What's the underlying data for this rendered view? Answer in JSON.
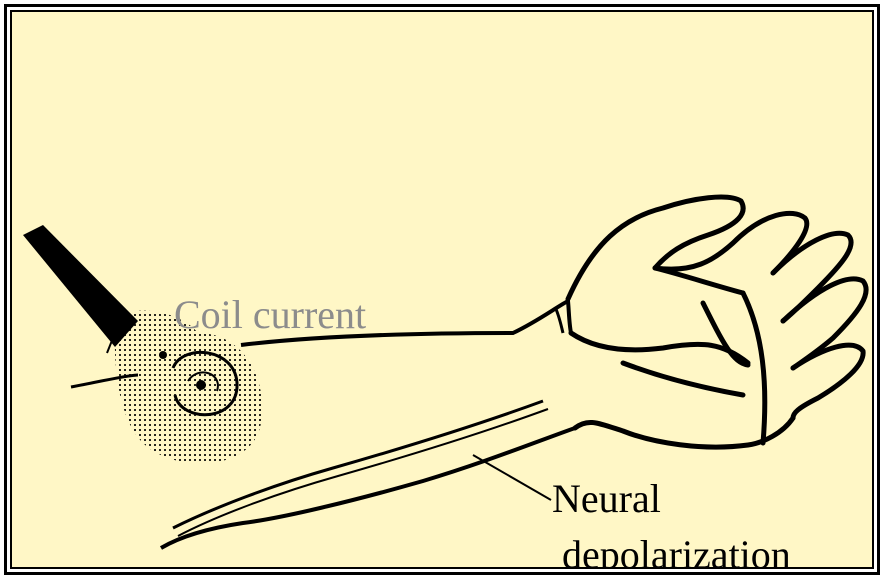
{
  "figure": {
    "labels": {
      "coil_current": "Coil current",
      "neural_line1": "Neural",
      "neural_line2": "depolarization"
    },
    "colors": {
      "background": "#fff7c6",
      "ink": "#000000",
      "coil_label": "#8c8c8c",
      "border": "#000000"
    }
  }
}
